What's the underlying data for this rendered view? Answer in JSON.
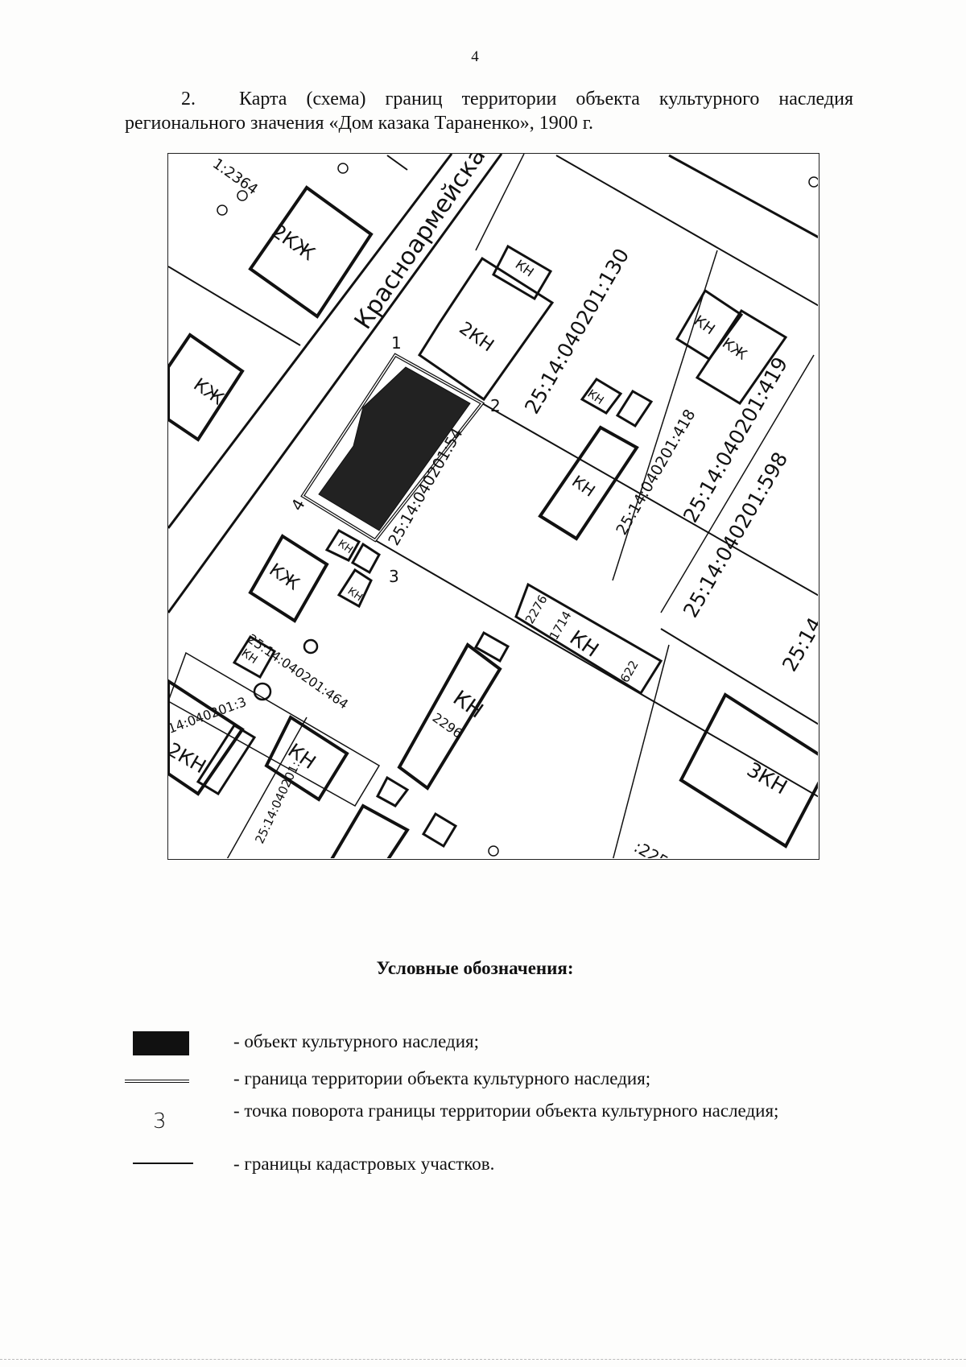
{
  "page_number": "4",
  "heading": {
    "number": "2.",
    "text": "Карта (схема) границ территории объекта культурного наследия регионального значения «Дом казака Тараненко», 1900 г."
  },
  "map": {
    "street_name": "Красноармейская",
    "turning_points": [
      "1",
      "2",
      "3",
      "4"
    ],
    "parcel_labels": [
      "1:2364",
      "25:14:040201:130",
      "25:14:040201:418",
      "25:14:040201:419",
      "25:14:040201:598",
      "25:14:040201:54",
      "25:14:040201:464",
      "14:040201:3",
      "25:14:040201:",
      "25:14",
      ":225"
    ],
    "building_labels": {
      "kzh2": "2КЖ",
      "kzh": "КЖ",
      "kn2": "2КН",
      "kn": "КН",
      "kn3": "3КН"
    },
    "numbers": [
      "2276",
      "1714",
      "622",
      "2296"
    ]
  },
  "legend": {
    "title": "Условные обозначения:",
    "items": [
      {
        "symbol": "filled-black-rectangle",
        "text": "- объект культурного наследия;"
      },
      {
        "symbol": "double-line",
        "text": "- граница территории объекта культурного наследия;"
      },
      {
        "symbol": "digit",
        "symbol_text": "3",
        "text": "- точка поворота границы территории объекта культурного наследия;"
      },
      {
        "symbol": "thin-line",
        "text": "- границы кадастровых участков."
      }
    ]
  }
}
